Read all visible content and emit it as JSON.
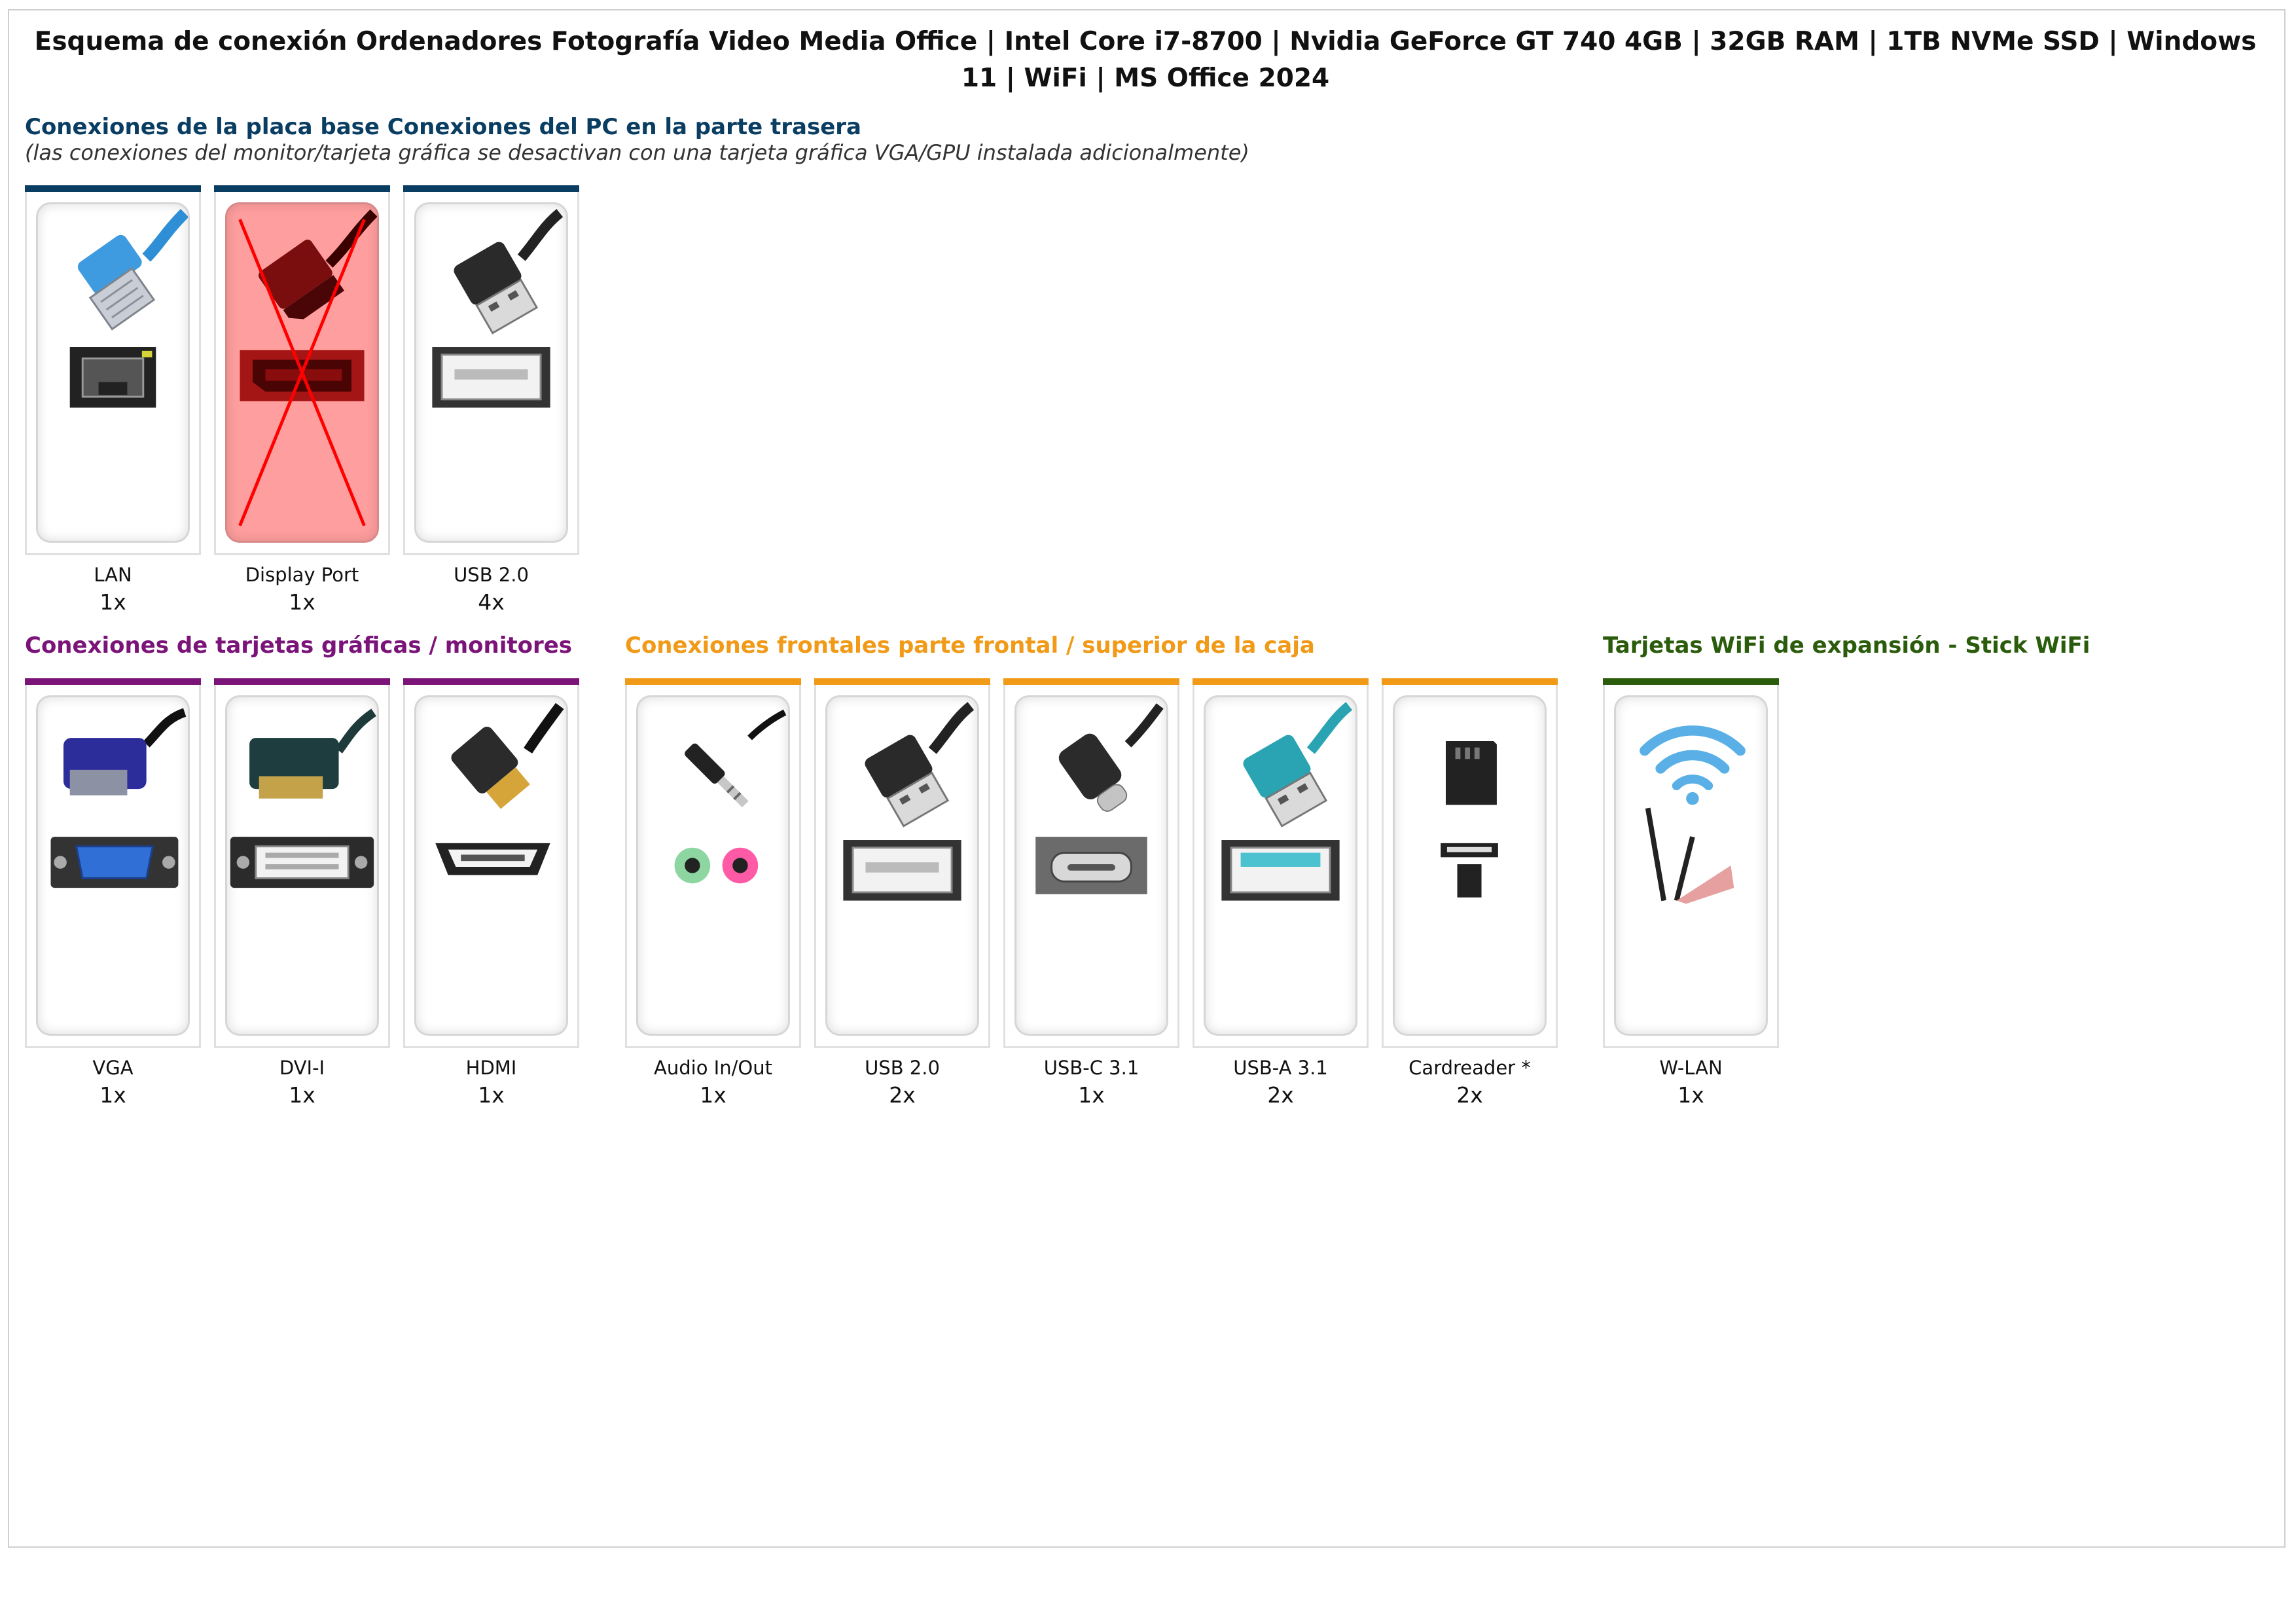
{
  "page": {
    "title": "Esquema de conexión Ordenadores Fotografía Video Media Office | Intel Core i7-8700 | Nvidia GeForce GT 740 4GB | 32GB RAM | 1TB NVMe SSD | Windows 11 | WiFi | MS Office 2024"
  },
  "colors": {
    "mainboard": "#0a3d62",
    "graphics": "#7b1478",
    "front": "#f09a17",
    "wifi": "#2a5c0c",
    "disabled_fill": "#ff9e9e",
    "cross": "#ff0000"
  },
  "sections": {
    "mainboard": {
      "title": "Conexiones de la placa base Conexiones del PC en la parte trasera",
      "subtitle": "(las conexiones del monitor/tarjeta gráfica se desactivan con una tarjeta gráfica VGA/GPU instalada adicionalmente)",
      "items": [
        {
          "label": "LAN",
          "count": "1x",
          "icon": "lan-icon",
          "disabled": false
        },
        {
          "label": "Display Port",
          "count": "1x",
          "icon": "displayport-icon",
          "disabled": true
        },
        {
          "label": "USB 2.0",
          "count": "4x",
          "icon": "usb-a-icon",
          "disabled": false
        }
      ]
    },
    "graphics": {
      "title": "Conexiones de tarjetas gráficas / monitores",
      "items": [
        {
          "label": "VGA",
          "count": "1x",
          "icon": "vga-icon",
          "disabled": false
        },
        {
          "label": "DVI-I",
          "count": "1x",
          "icon": "dvi-icon",
          "disabled": false
        },
        {
          "label": "HDMI",
          "count": "1x",
          "icon": "hdmi-icon",
          "disabled": false
        }
      ]
    },
    "front": {
      "title": "Conexiones frontales parte frontal / superior de la caja",
      "items": [
        {
          "label": "Audio In/Out",
          "count": "1x",
          "icon": "audio-jack-icon",
          "disabled": false
        },
        {
          "label": "USB 2.0",
          "count": "2x",
          "icon": "usb-a-icon",
          "disabled": false
        },
        {
          "label": "USB-C 3.1",
          "count": "1x",
          "icon": "usb-c-icon",
          "disabled": false
        },
        {
          "label": "USB-A 3.1",
          "count": "2x",
          "icon": "usb-a3-icon",
          "disabled": false
        },
        {
          "label": "Cardreader *",
          "count": "2x",
          "icon": "cardreader-icon",
          "disabled": false
        }
      ]
    },
    "wifi": {
      "title": "Tarjetas WiFi de expansión - Stick WiFi",
      "items": [
        {
          "label": "W-LAN",
          "count": "1x",
          "icon": "wifi-icon",
          "disabled": false
        }
      ]
    }
  }
}
